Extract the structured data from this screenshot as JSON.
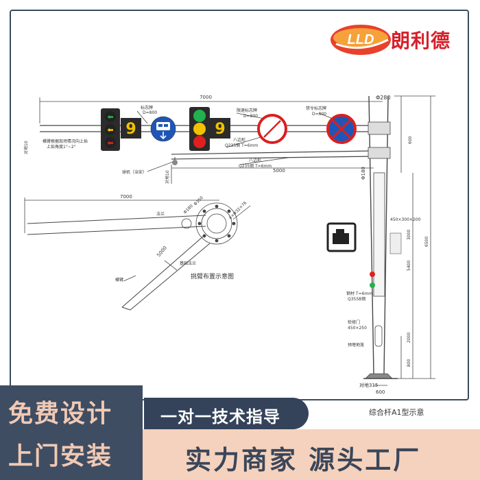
{
  "brand": {
    "name": "朗利德",
    "emblem": "LLD"
  },
  "drawing": {
    "top_dim_7000": "7000",
    "pole_top_dim": "Φ280",
    "elev_top": "对地10",
    "elev_arm2": "对地10",
    "note_left_line1": "横臂根据现场情况向上抬",
    "note_left_line2": "上抬角度1°~2°",
    "label_sign_panel": "标志牌",
    "label_sign_panel_size": "D=800",
    "label_speed_sign": "限速标志牌",
    "label_speed_sign_size": "D=800",
    "label_prohibit_sign": "禁令标志牌",
    "label_prohibit_sign_size": "D=800",
    "label_octagon_1": "八边形",
    "label_octagon_1_spec": "Q235钢 T=6mm",
    "label_octagon_2": "八边形",
    "label_octagon_2_spec": "Q235钢 T=6mm",
    "label_camera": "球机（治安）",
    "dim_5000": "5000",
    "dim_600": "600",
    "pole_mid_dim": "Φ180",
    "dim_3000": "3000",
    "dim_6500": "6500",
    "dim_5400": "5400",
    "dim_2000": "2000",
    "dim_800": "800",
    "box_label": "450×300×200",
    "label_steel": "钢材 T=6mm",
    "label_steel_2": "Q355B钢",
    "label_door": "检修门",
    "label_door_size": "450×250",
    "label_ground_bolt": "预埋地笼",
    "bottom_dim": "对地315",
    "bottom_width": "600",
    "caption_right": "综合杆A1型示意",
    "plan_dim_7000": "7000",
    "plan_dim_5000": "5000",
    "plan_phi_350": "Φ350",
    "plan_phi_180": "Φ180",
    "plan_phi_32": "4×Φ32×76",
    "plan_caption": "挑臂布置示意图",
    "plan_label_arm": "横臂",
    "plan_label_base": "基础法兰",
    "plan_label_flange": "法兰",
    "digit_1": "9",
    "digit_2": "9"
  },
  "banner": {
    "left_line1": "免费设计",
    "left_line2": "上门安装",
    "tag": "一对一技术指导",
    "slogan": "实力商家 源头工厂"
  },
  "colors": {
    "brand_red": "#d6202a",
    "banner_dark": "#3f4d62",
    "banner_peach": "#f5d2bd",
    "sign_blue": "#1e56b8",
    "sign_red": "#d92020",
    "light_green": "#22b14c",
    "light_yellow": "#f2c200",
    "light_red": "#e02020"
  }
}
